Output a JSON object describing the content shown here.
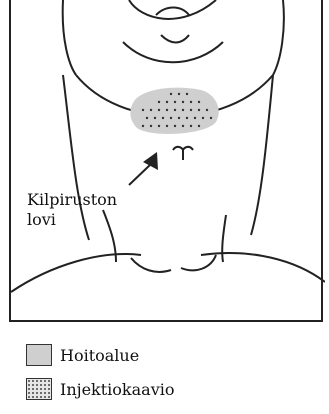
{
  "callout": {
    "line1": "Kilpiruston",
    "line2": "lovi"
  },
  "legend": {
    "items": [
      {
        "label": "Hoitoalue",
        "color": "#cfcfcf"
      },
      {
        "label": "Injektiokaavio",
        "color": "#e6e6e6"
      }
    ]
  }
}
